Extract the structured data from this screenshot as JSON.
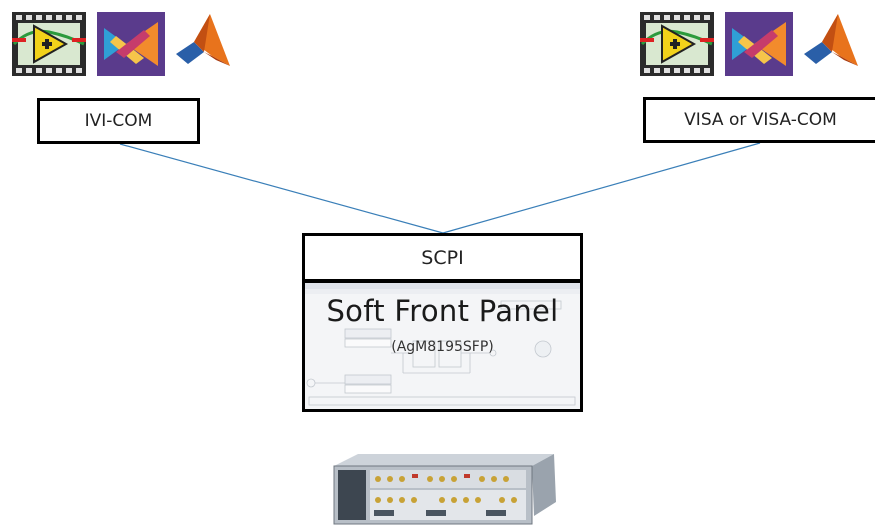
{
  "left_stack": {
    "icons": [
      "labview-icon",
      "visual-studio-icon",
      "matlab-icon"
    ],
    "label": "IVI-COM"
  },
  "right_stack": {
    "icons": [
      "labview-icon",
      "visual-studio-icon",
      "matlab-icon"
    ],
    "label": "VISA or VISA-COM"
  },
  "scpi": {
    "label": "SCPI"
  },
  "soft_front_panel": {
    "title": "Soft Front Panel",
    "subtitle": "(AgM8195SFP)"
  },
  "colors": {
    "connector_line": "#3a7fb8",
    "box_border": "#000000",
    "matlab": "#e8731c",
    "labview": "#f2d21a",
    "visual_studio": "#7d4ba3"
  },
  "instrument": {
    "icon": "awg-instrument-icon"
  }
}
